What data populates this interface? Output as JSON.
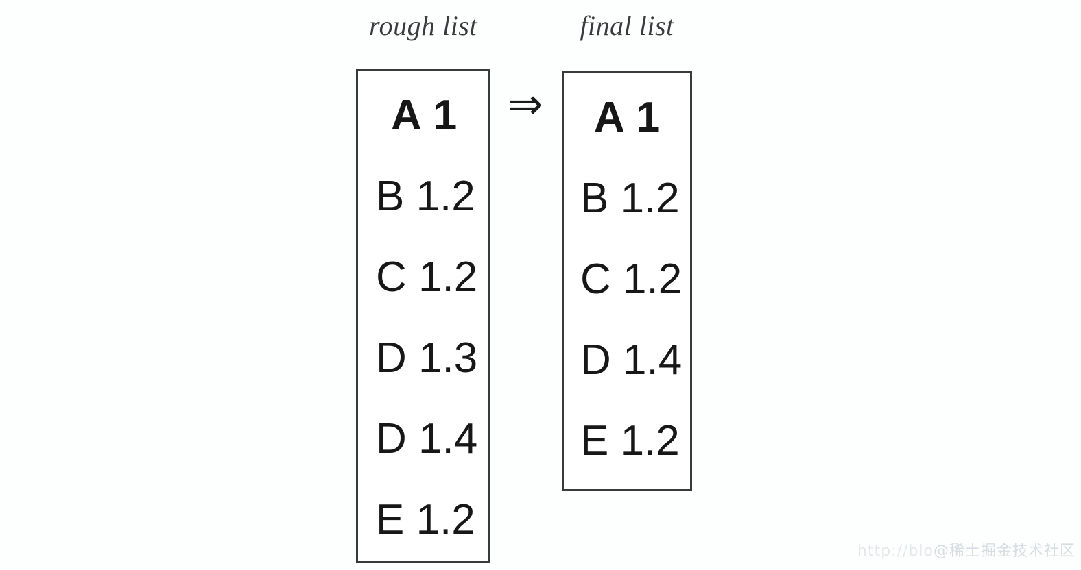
{
  "figure": {
    "type": "list-transformation-diagram",
    "background_color": "#fdfefe",
    "text_color": "#171717",
    "border_color": "#3a3a3c"
  },
  "columns": {
    "rough": {
      "label": "rough list",
      "items": [
        {
          "key": "A",
          "value": "1",
          "text": "A 1",
          "emphasis": "bold"
        },
        {
          "key": "B",
          "value": "1.2",
          "text": "B 1.2",
          "emphasis": "normal"
        },
        {
          "key": "C",
          "value": "1.2",
          "text": "C 1.2",
          "emphasis": "normal"
        },
        {
          "key": "D",
          "value": "1.3",
          "text": "D 1.3",
          "emphasis": "normal"
        },
        {
          "key": "D",
          "value": "1.4",
          "text": "D 1.4",
          "emphasis": "normal"
        },
        {
          "key": "E",
          "value": "1.2",
          "text": "E 1.2",
          "emphasis": "normal"
        }
      ]
    },
    "final": {
      "label": "final list",
      "items": [
        {
          "key": "A",
          "value": "1",
          "text": "A 1",
          "emphasis": "bold"
        },
        {
          "key": "B",
          "value": "1.2",
          "text": "B 1.2",
          "emphasis": "normal"
        },
        {
          "key": "C",
          "value": "1.2",
          "text": "C 1.2",
          "emphasis": "normal"
        },
        {
          "key": "D",
          "value": "1.4",
          "text": "D 1.4",
          "emphasis": "normal"
        },
        {
          "key": "E",
          "value": "1.2",
          "text": "E 1.2",
          "emphasis": "normal"
        }
      ]
    }
  },
  "arrow": {
    "icon": "double-right-arrow-icon",
    "glyph": "⇒"
  },
  "watermark": {
    "url_text": "http://blo",
    "handle": "@稀土掘金技术社区"
  }
}
